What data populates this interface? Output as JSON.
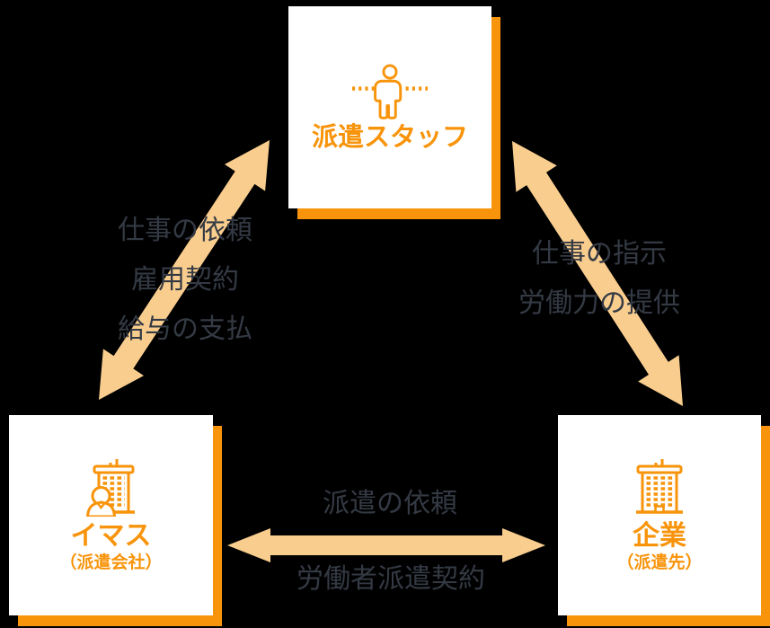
{
  "diagram_title": "worker-dispatch-relationship",
  "colors": {
    "accent_orange": "#f8940b",
    "arrow_peach": "#f9cd8e",
    "label_gray": "#343a44",
    "node_bg": "#ffffff",
    "background": "#000000"
  },
  "nodes": {
    "staff": {
      "label": "派遣スタッフ",
      "icon": "person-icon"
    },
    "agency": {
      "label": "イマス",
      "sublabel": "（派遣会社）",
      "icon": "building-person-icon"
    },
    "client": {
      "label": "企業",
      "sublabel": "（派遣先）",
      "icon": "building-icon"
    }
  },
  "edges": {
    "agency_staff": {
      "lines": [
        "仕事の依頼",
        "雇用契約",
        "給与の支払"
      ]
    },
    "client_staff": {
      "lines": [
        "仕事の指示",
        "労働力の提供"
      ]
    },
    "agency_client": {
      "label_top": "派遣の依頼",
      "label_bottom": "労働者派遣契約"
    }
  }
}
